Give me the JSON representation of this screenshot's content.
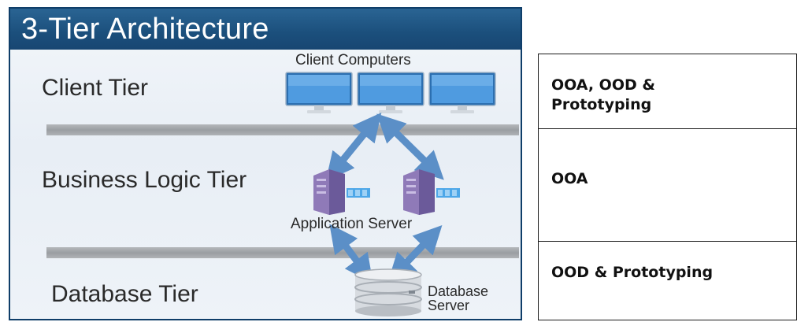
{
  "diagram": {
    "title": "3-Tier Architecture",
    "tiers": {
      "client": "Client Tier",
      "business": "Business Logic Tier",
      "database": "Database Tier"
    },
    "components": {
      "client_computers": "Client Computers",
      "application_server": "Application Server",
      "database_server": "Database Server"
    },
    "colors": {
      "title_bar": "#1b4f7c",
      "separator": "#a8abae",
      "arrow": "#5b8fc7",
      "monitor_screen": "#3f8fd6",
      "server": "#8f7ab8"
    }
  },
  "phases": [
    {
      "text": "OOA, OOD & Prototyping"
    },
    {
      "text": "OOA"
    },
    {
      "text": "OOD & Prototyping"
    }
  ]
}
